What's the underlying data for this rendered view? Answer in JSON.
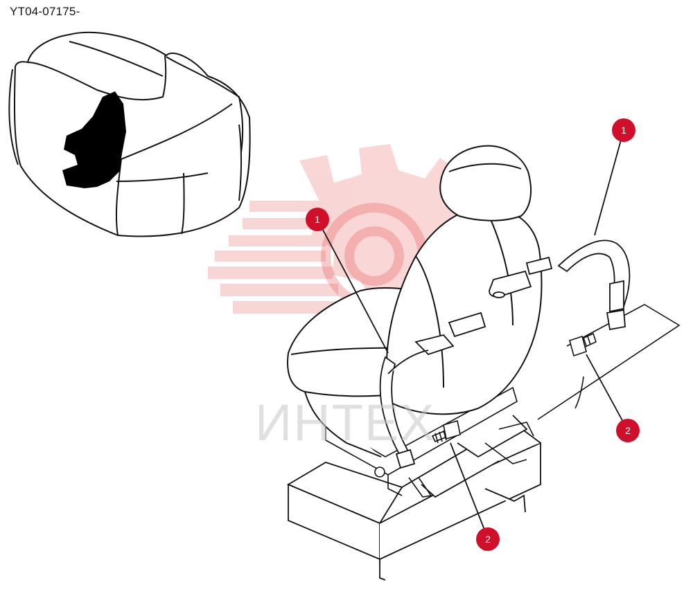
{
  "drawing_code": "YT04-07175-",
  "watermark": {
    "text": "ИНТЕХ",
    "color": "#e64b4b"
  },
  "callout_style": {
    "fill": "#d0102a"
  },
  "callouts": [
    {
      "number": "1"
    },
    {
      "number": "1"
    },
    {
      "number": "2"
    },
    {
      "number": "2"
    }
  ]
}
